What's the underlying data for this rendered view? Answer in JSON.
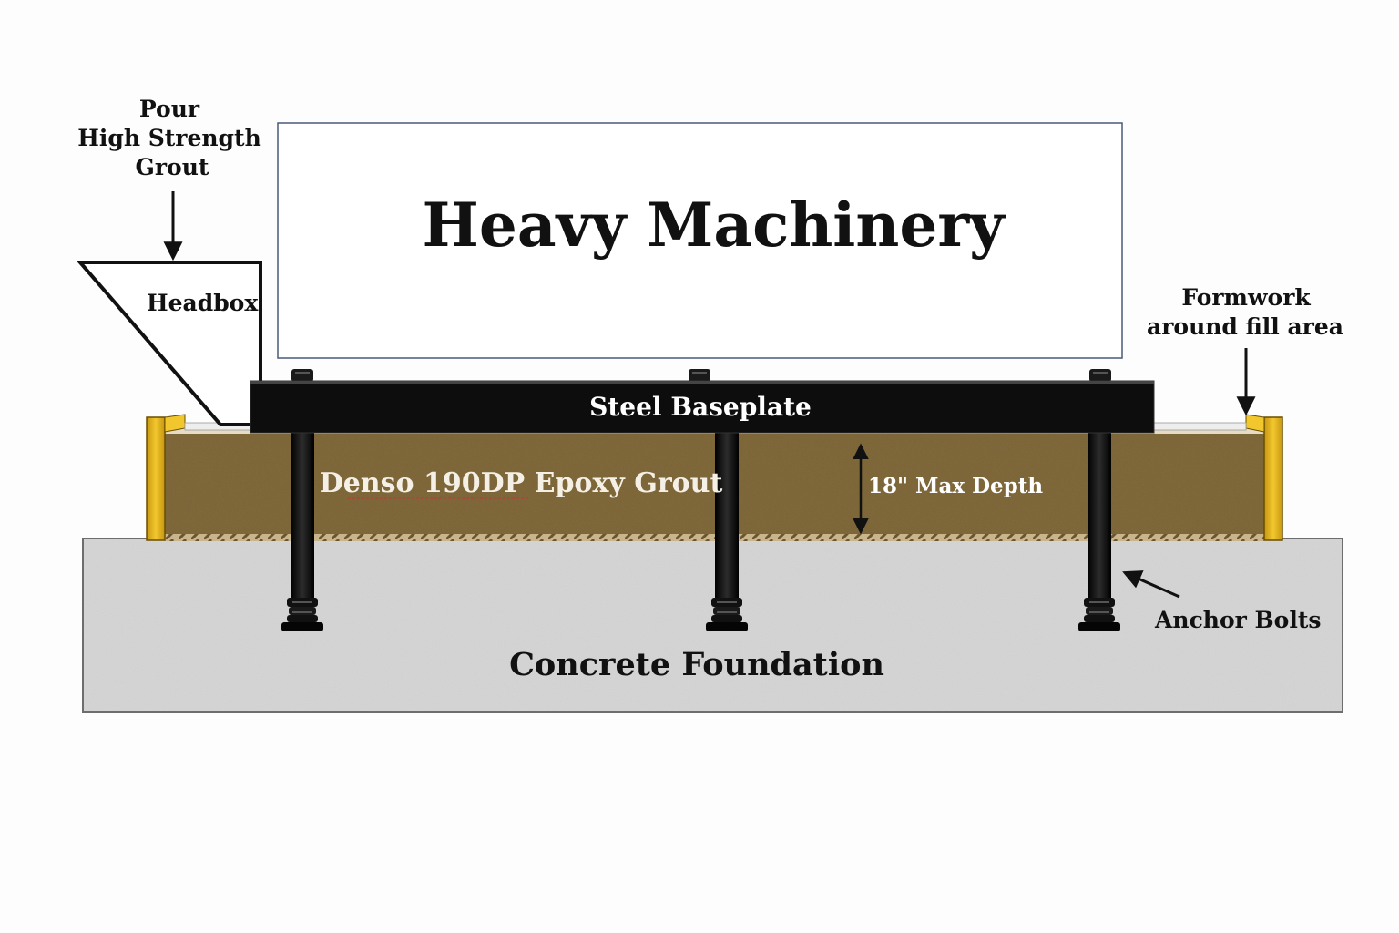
{
  "labels": {
    "machinery": "Heavy Machinery",
    "baseplate": "Steel Baseplate",
    "grout": "Denso 190DP Epoxy Grout",
    "depth": "18\" Max Depth",
    "foundation": "Concrete Foundation",
    "anchor_bolts": "Anchor Bolts",
    "headbox": "Headbox",
    "pour_lines": [
      "Pour",
      "High Strength",
      "Grout"
    ],
    "formwork_lines": [
      "Formwork",
      "around fill area"
    ]
  },
  "colors": {
    "background": "#fdfdfd",
    "machinery_fill": "#ffffff",
    "machinery_border": "#4a5a7a",
    "baseplate": "#0d0d0d",
    "baseplate_text": "#ffffff",
    "grout": "#7a6232",
    "grout_text": "#f5f0e6",
    "formwork": "#e8b820",
    "concrete": "#d6d6d6",
    "bolt": "#111111",
    "text": "#111111"
  }
}
